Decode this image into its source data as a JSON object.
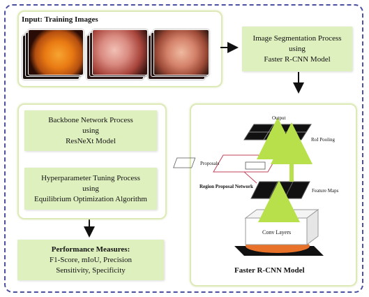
{
  "input": {
    "title": "Input: Training Images"
  },
  "segmentation": {
    "line1": "Image Segmentation Process",
    "line2": "using",
    "line3": "Faster R-CNN Model"
  },
  "backbone": {
    "line1": "Backbone Network Process",
    "line2": "using",
    "line3": "ResNeXt Model"
  },
  "hyper": {
    "line1": "Hyperparameter Tuning Process",
    "line2": "using",
    "line3": "Equilibrium Optimization Algorithm"
  },
  "performance": {
    "title": "Performance Measures:",
    "line1": "F1-Score, mIoU, Precision",
    "line2": "Sensitivity, Specificity"
  },
  "faster_rcnn": {
    "output": "Output",
    "roi_pooling": "RoI Pooling",
    "proposals": "Proposals",
    "rpn": "Region Proposal Network",
    "feature_maps": "Feature Maps",
    "conv_layers": "Conv Layers",
    "caption": "Faster R-CNN Model"
  },
  "colors": {
    "border": "#4a4fa0",
    "box": "#dff0bf",
    "arrow_green": "#b8e04a"
  }
}
